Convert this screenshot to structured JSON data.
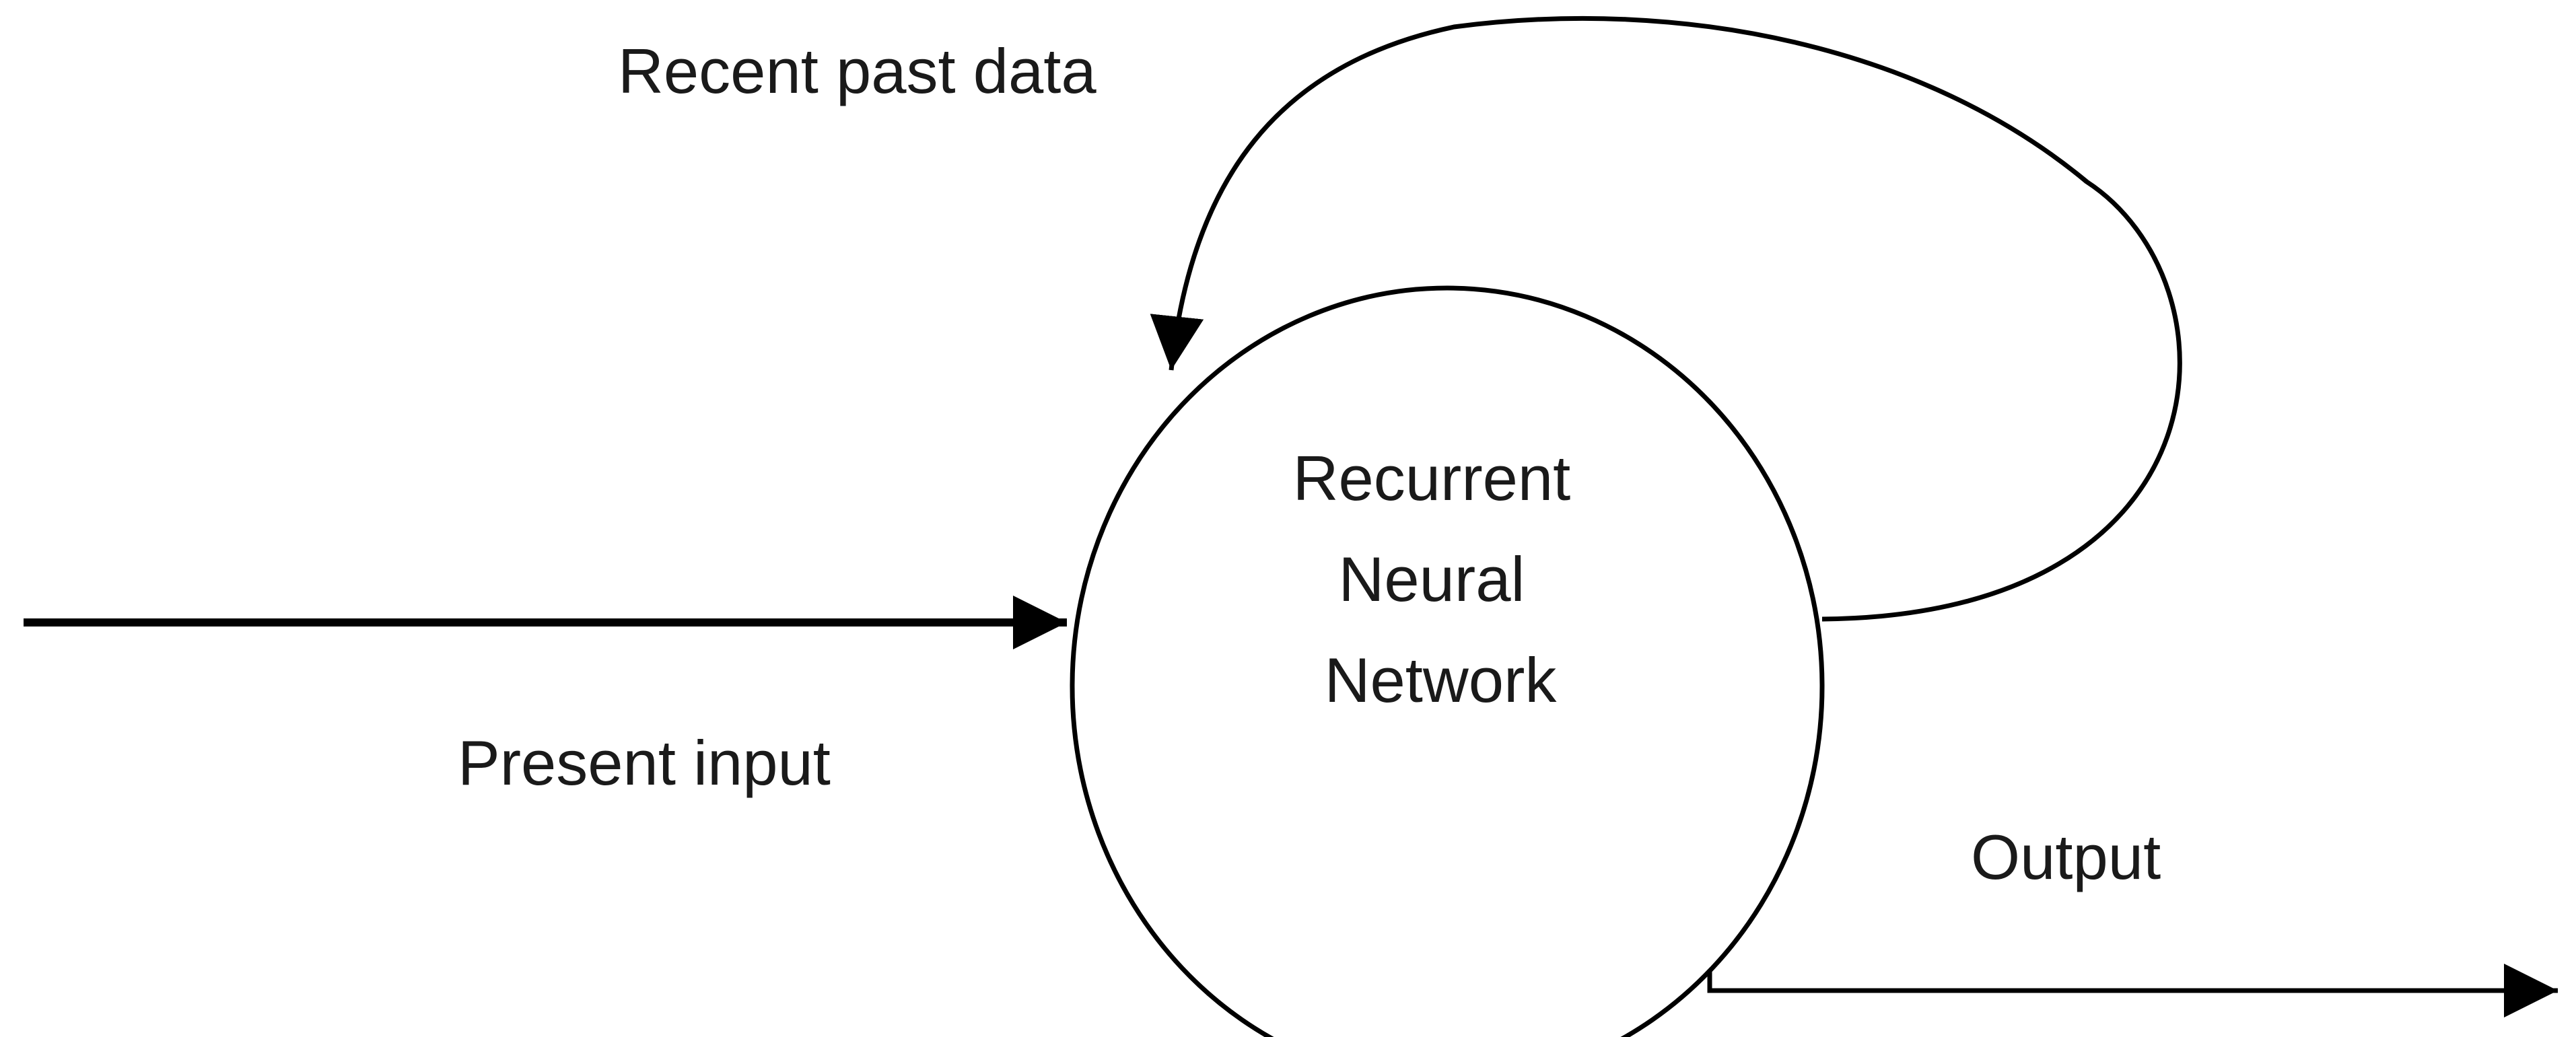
{
  "diagram": {
    "node": {
      "label_lines": [
        "Recurrent",
        "Neural",
        "Network"
      ]
    },
    "edges": {
      "feedback_label": "Recent past data",
      "input_label": "Present input",
      "output_label": "Output"
    },
    "colors": {
      "stroke": "#000000",
      "text": "#1a1a1a",
      "background": "#ffffff"
    }
  }
}
